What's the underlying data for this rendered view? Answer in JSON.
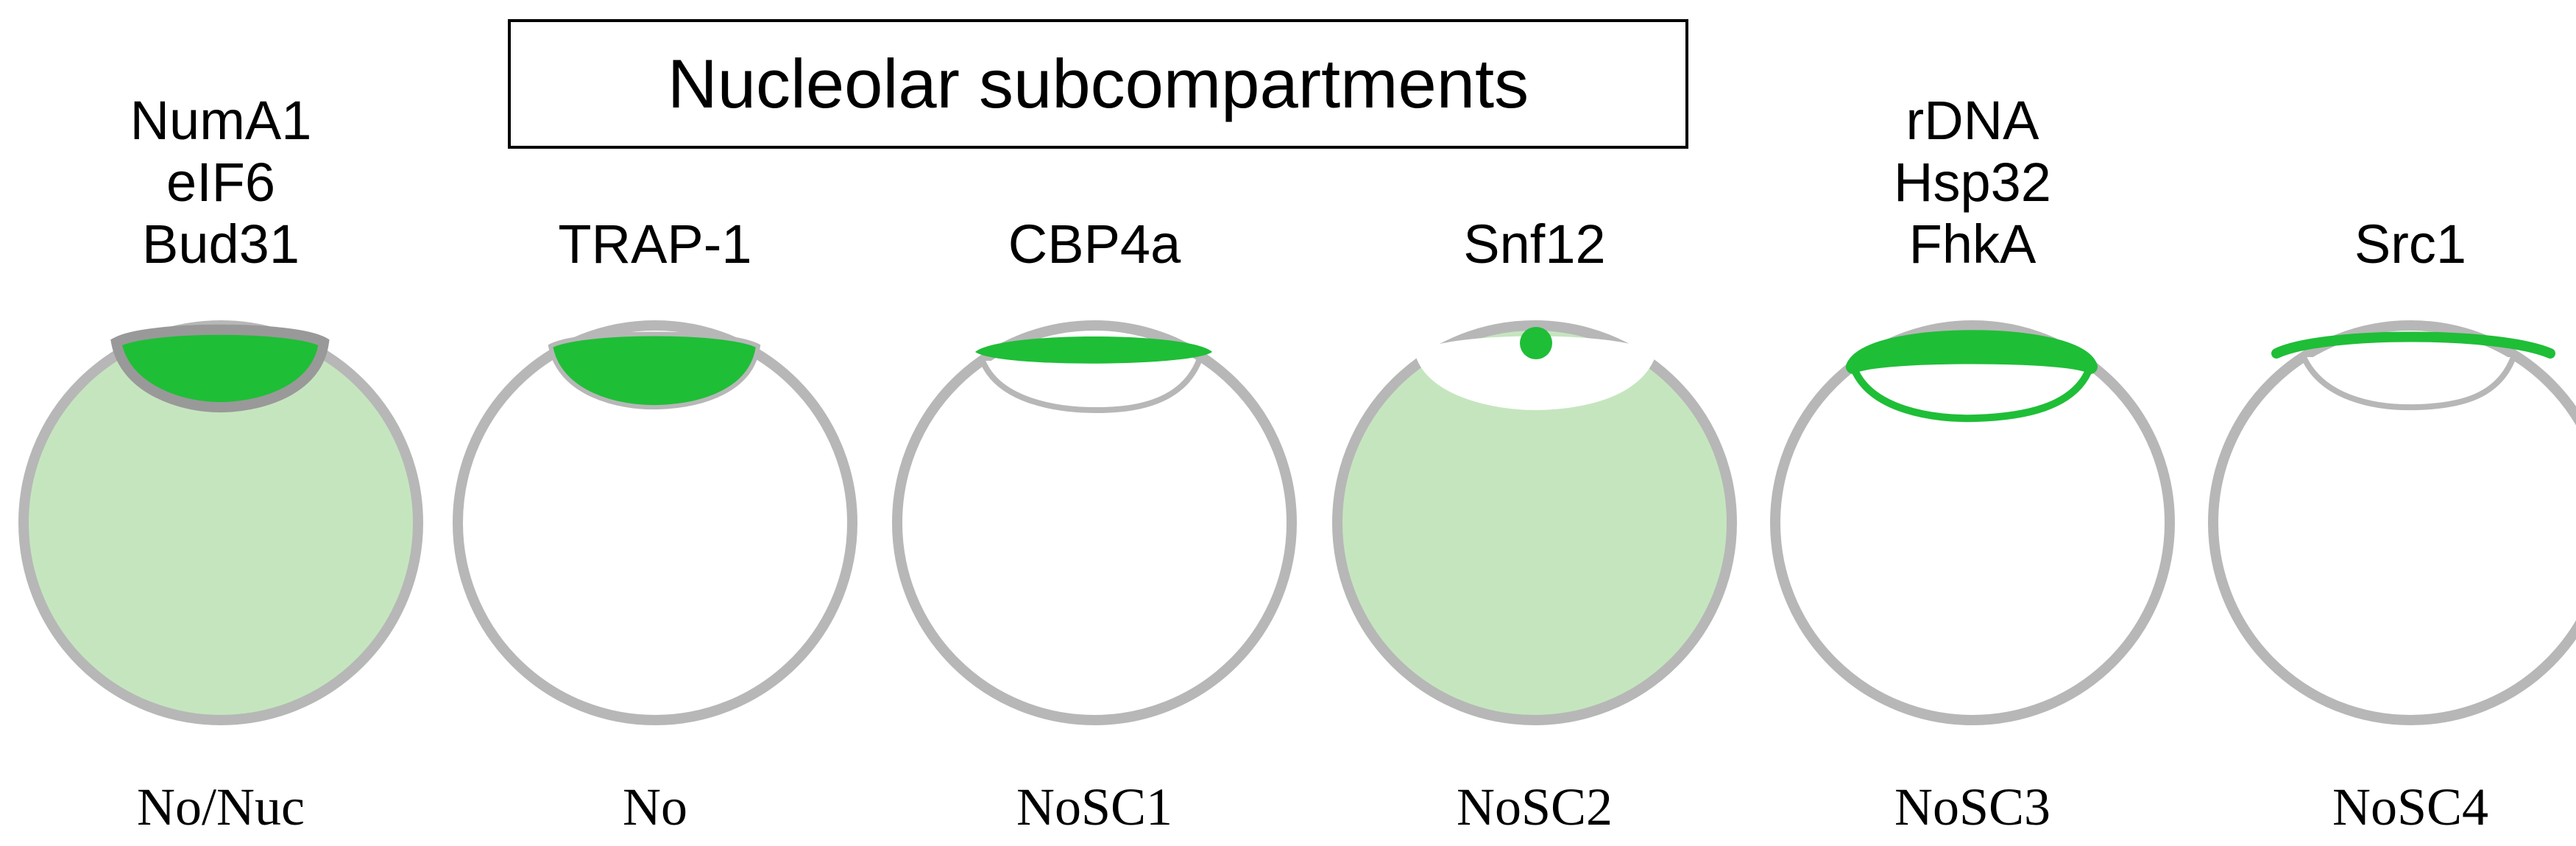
{
  "title": "Nucleolar subcompartments",
  "colors": {
    "nucleus_fill": "#c5e5bf",
    "nucleolus_green": "#1fbe37",
    "outline_gray": "#b7b7b7",
    "nucleolus_rim_gray": "#999999"
  },
  "panels": [
    {
      "labels": [
        "NumA1",
        "eIF6",
        "Bud31"
      ],
      "category": "No/Nuc"
    },
    {
      "labels": [
        "TRAP-1"
      ],
      "category": "No"
    },
    {
      "labels": [
        "CBP4a"
      ],
      "category": "NoSC1"
    },
    {
      "labels": [
        "Snf12"
      ],
      "category": "NoSC2"
    },
    {
      "labels": [
        "rDNA",
        "Hsp32",
        "FhkA"
      ],
      "category": "NoSC3"
    },
    {
      "labels": [
        "Src1"
      ],
      "category": "NoSC4"
    }
  ]
}
